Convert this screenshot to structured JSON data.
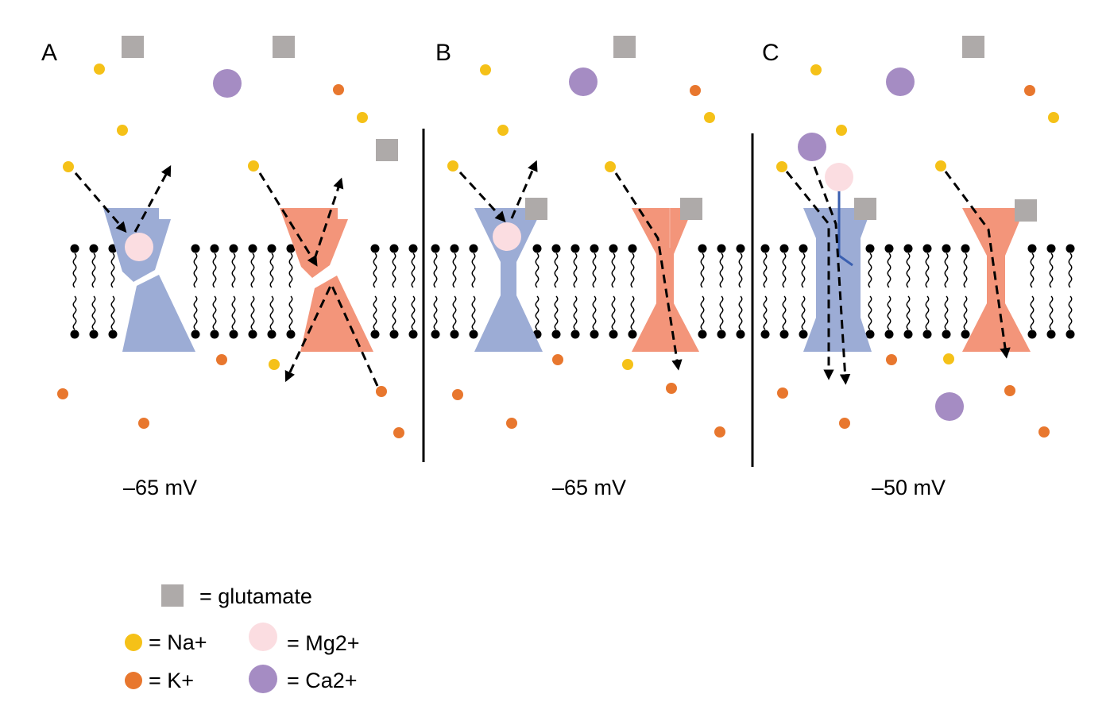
{
  "panels": [
    {
      "label": "A",
      "voltage": "–65 mV"
    },
    {
      "label": "B",
      "voltage": "–65 mV"
    },
    {
      "label": "C",
      "voltage": "–50 mV"
    }
  ],
  "legend": {
    "glutamate": "= glutamate",
    "na": "= Na+",
    "k": "= K+",
    "mg": "= Mg2+",
    "ca": "= Ca2+"
  },
  "colors": {
    "na": "#f5c118",
    "k": "#e8772e",
    "mg": "#fbdde1",
    "ca": "#a58cc3",
    "glutamate": "#aeaaa9",
    "nmda_receptor": "#9cacd5",
    "ampa_receptor": "#f3957a",
    "membrane": "#000000",
    "mg_tether": "#3a5fb0"
  }
}
